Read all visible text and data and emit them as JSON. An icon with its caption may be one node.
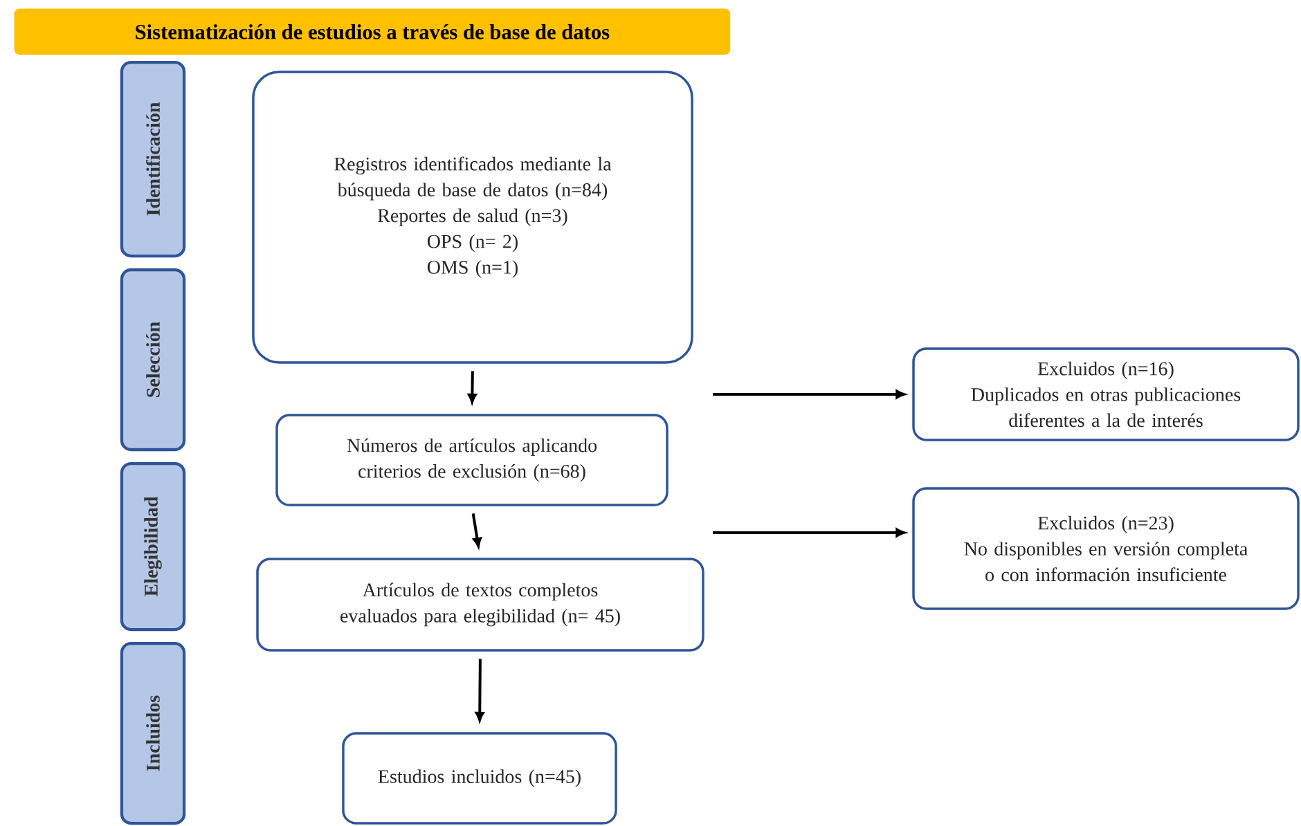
{
  "diagram": {
    "title": "Sistematización de estudios  a través de base de datos",
    "nodes": [
      {
        "text": [
          "Identificación"
        ]
      },
      {
        "text": [
          "Selección"
        ]
      },
      {
        "text": [
          "Elegibilidad"
        ]
      },
      {
        "text": [
          "Incluidos"
        ]
      },
      {
        "text": [
          "Registros identificados mediante la búsqueda de base de datos (n=84)",
          "Reportes de salud (n=3)",
          "OPS (n= 2)",
          "OMS (n=1)"
        ]
      },
      {
        "text": [
          "Números de artículos aplicando criterios de exclusión (n=68)"
        ]
      },
      {
        "text": [
          "Artículos de textos completos evaluados para elegibilidad (n= 45)"
        ]
      },
      {
        "text": [
          "Estudios incluidos (n=45)"
        ]
      },
      {
        "text": [
          "Excluidos (n=16)",
          "Duplicados en otras publicaciones diferentes a la de interés"
        ]
      },
      {
        "text": [
          "Excluidos (n=23)",
          "No disponibles en versión completa o con información insuficiente"
        ]
      }
    ],
    "edges": [
      {
        "from": 4,
        "to": 5,
        "arrow": "to"
      },
      {
        "from": 5,
        "to": 6,
        "arrow": "to"
      },
      {
        "from": 6,
        "to": 7,
        "arrow": "to"
      },
      {
        "from": null,
        "to": 8,
        "arrow": "to"
      },
      {
        "from": null,
        "to": 9,
        "arrow": "to"
      }
    ]
  }
}
